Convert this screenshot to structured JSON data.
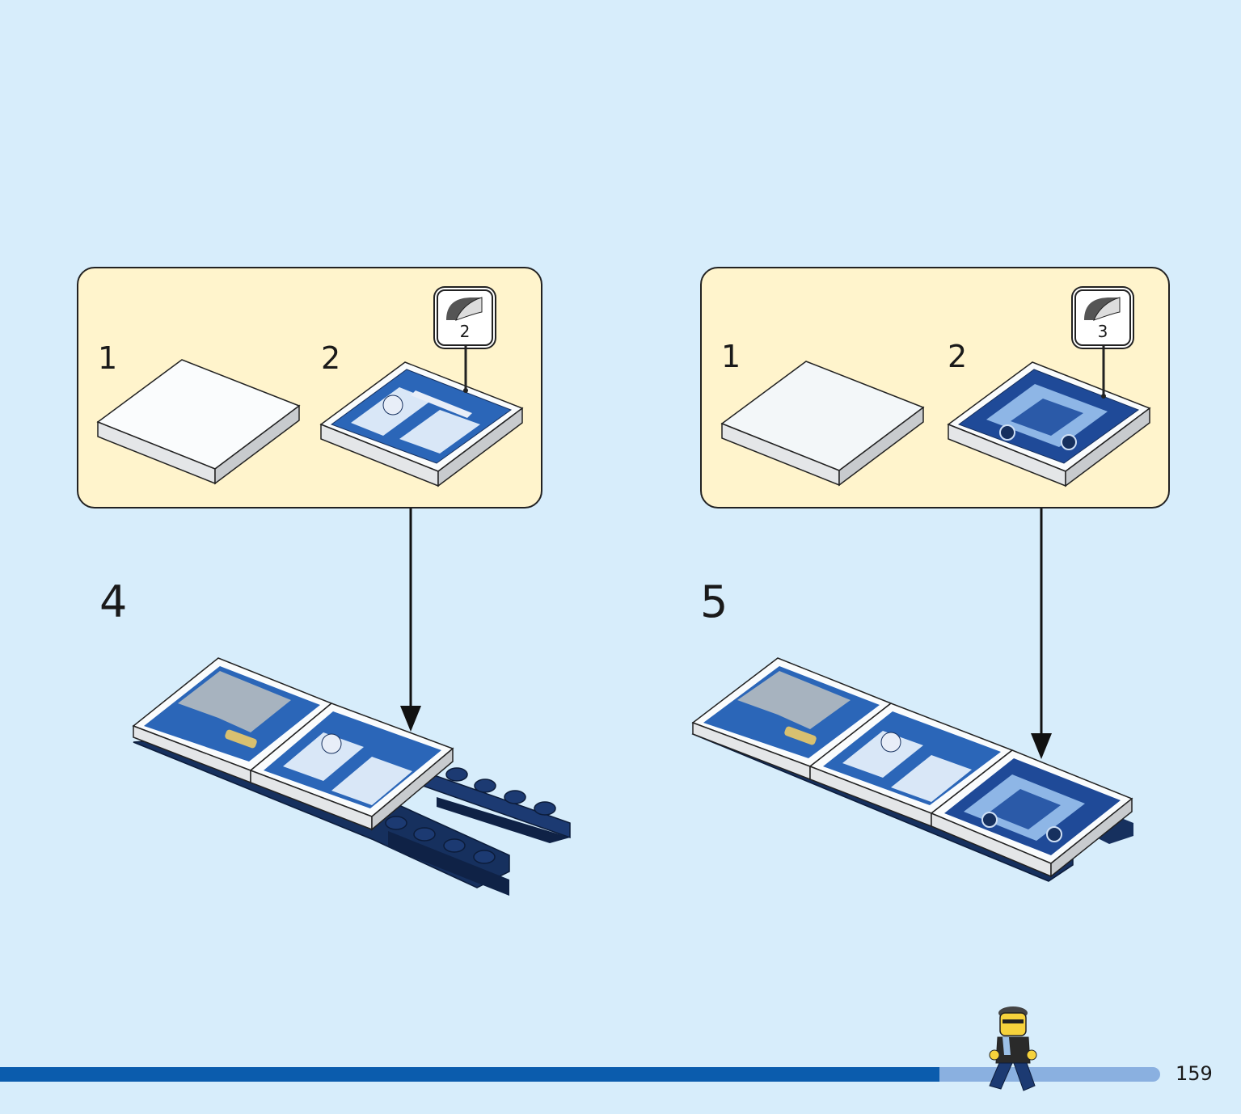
{
  "steps": [
    {
      "number": "4",
      "callout": {
        "items": [
          {
            "quantity_label": "1",
            "part": "white-tile-icon"
          },
          {
            "quantity_label": "2",
            "part": "wanted-poster-tile-icon"
          }
        ],
        "sticker_number": "2"
      }
    },
    {
      "number": "5",
      "callout": {
        "items": [
          {
            "quantity_label": "1",
            "part": "white-tile-icon"
          },
          {
            "quantity_label": "2",
            "part": "car-sticker-tile-icon"
          }
        ],
        "sticker_number": "3"
      }
    }
  ],
  "footer": {
    "page_number": "159",
    "progress": 0.81
  },
  "colors": {
    "background": "#d7edfb",
    "callout": "#fff4cc",
    "progress_fill": "#0b5cad",
    "progress_track": "#8ab0e0",
    "brick_dark_blue": "#16305e",
    "sticker_blue": "#2b66b8"
  }
}
